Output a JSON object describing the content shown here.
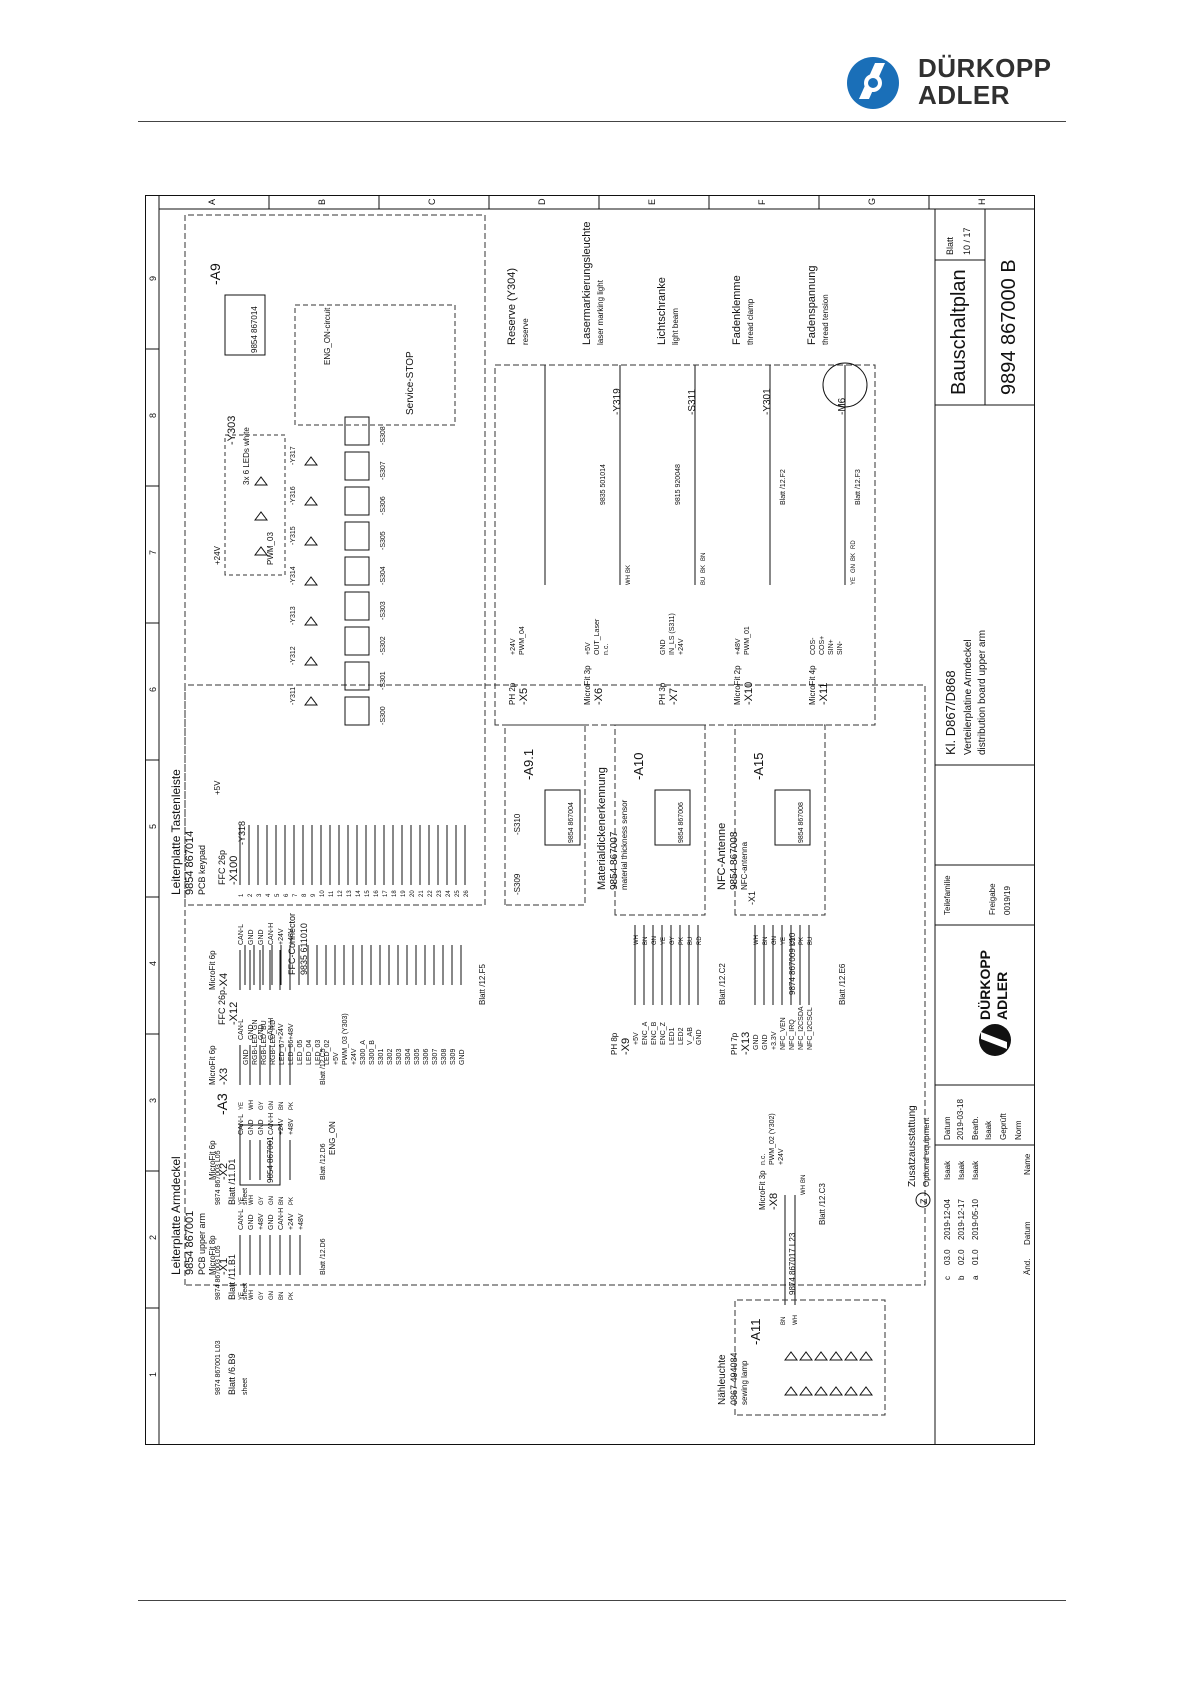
{
  "brand": {
    "line1": "DÜRKOPP",
    "line2": "ADLER"
  },
  "frame": {
    "rows": [
      "A",
      "B",
      "C",
      "D",
      "E",
      "F",
      "G",
      "H"
    ],
    "cols": [
      "1",
      "2",
      "3",
      "4",
      "5",
      "6",
      "7",
      "8",
      "9"
    ]
  },
  "title_block": {
    "title_de": "Bauschaltplan",
    "number": "9894  867000  B",
    "sheet_label": "Blatt",
    "sheet_no": "10 / 17",
    "class": "Kl. D867/D868",
    "desc_de": "Verteilerplatine Armdeckel",
    "desc_en": "distribution board upper arm",
    "family_label": "Teilefamilie",
    "release_label": "Freigabe",
    "release_value": "0019/19",
    "date_label": "Datum",
    "date_value": "2019-03-18",
    "drawn_label": "Bearb.",
    "drawn_value": "Isaak",
    "checked_label": "Geprüft",
    "norm_label": "Norm",
    "name_label": "Name",
    "revisions": [
      {
        "rev": "c",
        "no": "03.0",
        "date": "2019-12-04",
        "name": "Isaak"
      },
      {
        "rev": "b",
        "no": "02.0",
        "date": "2019-12-17",
        "name": "Isaak"
      },
      {
        "rev": "a",
        "no": "01.0",
        "date": "2019-05-10",
        "name": "Isaak"
      }
    ],
    "rev_head": "Änd.",
    "rev_date_head": "Datum"
  },
  "a9": {
    "id": "-A9",
    "board_no": "9854 867014",
    "label_de": "Leiterplatte Tastenleiste",
    "label_no": "9854 867014",
    "label_en": "PCB keypad",
    "conn": "FFC 26p",
    "conn_id": "-X100",
    "y303": "-Y303",
    "y303_note": "3x 6 LEDs white",
    "y318": "-Y318",
    "service_stop": "Service-STOP",
    "eng_on": "ENG_ON-circuit",
    "plus24": "+24V",
    "plus5": "+5V",
    "pwm03": "PWM_03",
    "switches": [
      "-S300",
      "-S301",
      "-S302",
      "-S303",
      "-S304",
      "-S305",
      "-S306",
      "-S307",
      "-S308"
    ],
    "leds": [
      "-Y311",
      "-Y312",
      "-Y313",
      "-Y314",
      "-Y315",
      "-Y316",
      "-Y317"
    ],
    "pins": [
      "1",
      "2",
      "3",
      "4",
      "5",
      "6",
      "7",
      "8",
      "9",
      "10",
      "11",
      "12",
      "13",
      "14",
      "15",
      "16",
      "17",
      "18",
      "19",
      "20",
      "21",
      "22",
      "23",
      "24",
      "25",
      "26"
    ]
  },
  "a3": {
    "id": "-A3",
    "board_no": "9854 867001",
    "label_de": "Leiterplatte Armdeckel",
    "label_no": "9854 867001",
    "label_en": "PCB upper arm",
    "x12": "-X12",
    "x12_type": "FFC 26p",
    "x12_signals": [
      "GND",
      "RGB-LED_GN",
      "RGB-LED_BU",
      "RGB-LED_RD",
      "LED_07",
      "LED_06",
      "LED_05",
      "LED_04",
      "LED_03",
      "LED_02",
      "+5V",
      "PWM_03 (Y303)",
      "+24V",
      "S300_A",
      "S300_B",
      "S301",
      "S302",
      "S303",
      "S304",
      "S305",
      "S306",
      "S307",
      "S308",
      "S309",
      "GND"
    ],
    "eng_on": "ENG_ON",
    "ffc_label": "FFC-Connector",
    "ffc_no": "9835 611010",
    "ref_x12": "Blatt /12.F5"
  },
  "connectors_left": [
    {
      "id": "-X1",
      "type": "MicroFit 8p",
      "signals": [
        "CAN-L",
        "GND",
        "+48V",
        "GND",
        "CAN-H",
        "+24V",
        "+48V"
      ],
      "colors": [
        "YE",
        "WH",
        "GY",
        "GN",
        "BN",
        "PK"
      ],
      "ref": "Blatt /12.D6",
      "cable": "9874 867001 L03",
      "sheet": "Blatt /6.B9"
    },
    {
      "id": "-X2",
      "type": "MicroFit 6p",
      "signals": [
        "CAN-L",
        "GND",
        "GND",
        "CAN-H",
        "+24V",
        "+48V"
      ],
      "colors": [
        "YE",
        "WH",
        "GY",
        "GN",
        "BN",
        "PK"
      ],
      "ref": "Blatt /12.D6",
      "cable": "9874 867003 L05",
      "sheet": "Blatt /11.B1"
    },
    {
      "id": "-X3",
      "type": "MicroFit 6p",
      "signals": [
        "CAN-L",
        "GND",
        "GND",
        "CAN-H",
        "+24V",
        "+48V"
      ],
      "colors": [
        "YE",
        "WH",
        "GY",
        "GN",
        "BN",
        "PK"
      ],
      "ref": "Blatt /12.C5",
      "cable": "9874 867003 L05",
      "sheet": "Blatt /11.D1"
    },
    {
      "id": "-X4",
      "type": "MicroFit 6p",
      "signals": [
        "CAN-L",
        "GND",
        "GND",
        "CAN-H",
        "+24V",
        "+48V"
      ]
    }
  ],
  "sheet_word": "sheet",
  "a91": {
    "id": "-A9.1",
    "board_no": "9854 867004",
    "s309": "-S309",
    "s310": "-S310"
  },
  "a10": {
    "id": "-A10",
    "board_no": "9854 867006",
    "label_de": "Materialdickenerkennung",
    "label_no": "9854 867007",
    "label_en": "material thickness sensor",
    "x9": "-X9",
    "x9_type": "PH 8p",
    "signals": [
      "+5V",
      "ENC_A",
      "ENC_B",
      "ENC_Z",
      "LED1",
      "LED2",
      "V_AB",
      "GND"
    ],
    "colors": [
      "WH",
      "BN",
      "GN",
      "YE",
      "GY",
      "PK",
      "BU",
      "RD"
    ],
    "ref": "Blatt /12.C2"
  },
  "a15": {
    "id": "-A15",
    "board_no": "9854 867008",
    "label_de": "NFC-Antenne",
    "label_no": "9854 867008",
    "label_en": "NFC-antenna",
    "x13": "-X13",
    "x13_type": "PH 7p",
    "x1": "-X1",
    "signals": [
      "GND",
      "GND",
      "+3.3V",
      "NFC_VEN",
      "NFC_IRQ",
      "NFC_I2CSDA",
      "NFC_I2CSCL"
    ],
    "colors": [
      "WH",
      "BN",
      "GN",
      "YE",
      "GY",
      "PK",
      "BU"
    ],
    "cable": "9874 867009 L10",
    "ref": "Blatt /12.E6"
  },
  "right_connectors": [
    {
      "id": "-X5",
      "type": "PH 2p",
      "signals": [
        "+24V",
        "PWM_04"
      ],
      "label_de": "Reserve (Y304)",
      "label_en": "reserve"
    },
    {
      "id": "-X6",
      "type": "MicroFit 3p",
      "signals": [
        "+5V",
        "OUT_Laser",
        "n.c."
      ],
      "colors": [
        "WH",
        "BK"
      ],
      "label_de": "Lasermarkierungsleuchte",
      "label_en": "laser marking light",
      "dev": "-Y319",
      "part": "9835 501014"
    },
    {
      "id": "-X7",
      "type": "PH 3p",
      "signals": [
        "GND",
        "IN_LS (S311)",
        "+24V"
      ],
      "colors": [
        "BU",
        "BK",
        "BN"
      ],
      "label_de": "Lichtschranke",
      "label_en": "light beam",
      "dev": "-S311",
      "part": "9815 920048"
    },
    {
      "id": "-X10",
      "type": "MicroFit 2p",
      "signals": [
        "+48V",
        "PWM_01"
      ],
      "label_de": "Fadenklemme",
      "label_en": "thread clamp",
      "dev": "-Y301",
      "ref": "Blatt /12.F2"
    },
    {
      "id": "-X11",
      "type": "MicroFit 4p",
      "signals": [
        "COS-",
        "COS+",
        "SIN+",
        "SIN-"
      ],
      "colors": [
        "YE",
        "GN",
        "BK",
        "RD"
      ],
      "label_de": "Fadenspannung",
      "label_en": "thread tension",
      "dev": "-M6",
      "ref": "Blatt /12.F3"
    }
  ],
  "a11": {
    "id": "-A11",
    "label_de": "Nähleuchte",
    "label_no": "0867 494084",
    "label_en": "sewing lamp",
    "cable": "9874 867017 L23",
    "colors": [
      "BN",
      "WH"
    ]
  },
  "x8": {
    "id": "-X8",
    "type": "MicroFit 3p",
    "signals": [
      "n.c.",
      "PWM_02 (Y302)",
      "+24V"
    ],
    "colors": [
      "WH",
      "BN"
    ],
    "ref": "Blatt /12.C3"
  },
  "optional": {
    "symbol": "Z",
    "label_de": "Zusatzausstattung",
    "label_en": "Optional equipment"
  }
}
